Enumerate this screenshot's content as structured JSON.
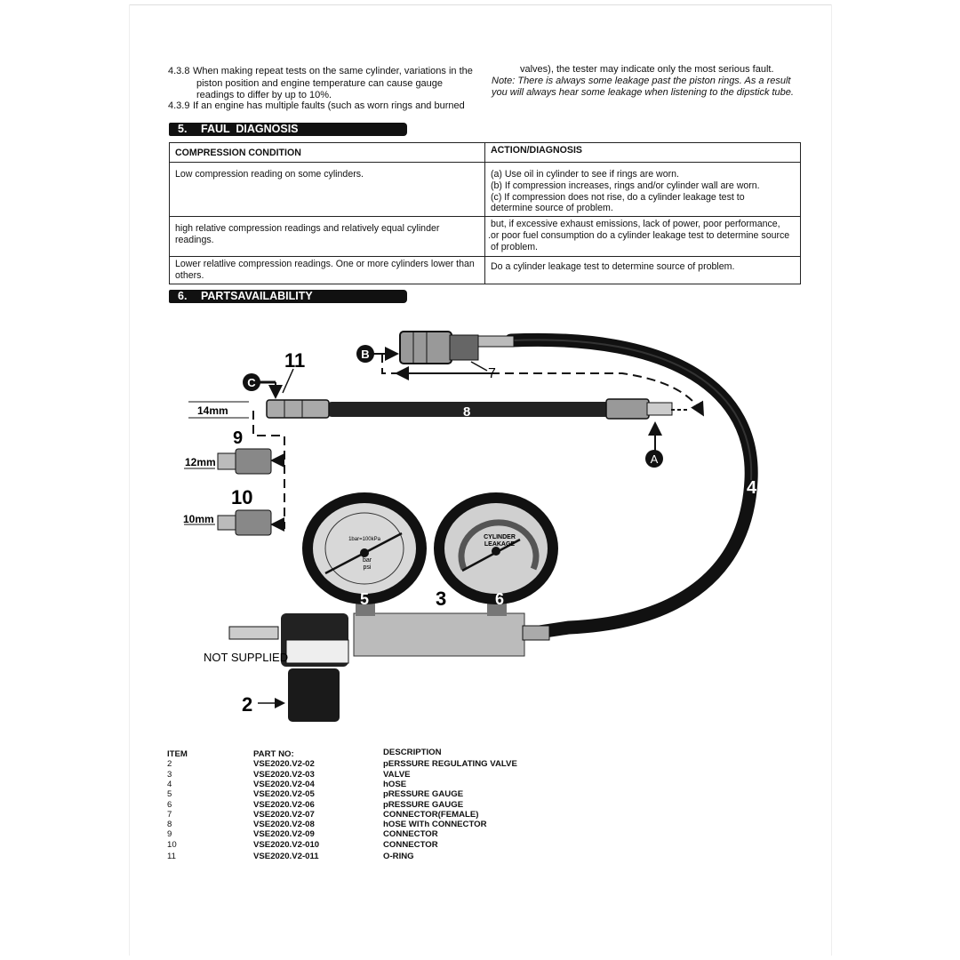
{
  "intro": {
    "p438_num": "4.3.8",
    "p438_line1": "When making repeat tests on the same cylinder, variations in the",
    "p438_line2": "piston position and engine temperature can cause gauge",
    "p438_line3": "readings to differ by up to 10%.",
    "p439_num": "4.3.9",
    "p439_line1": "If an engine has multiple faults (such as worn rings and burned",
    "p439_line2": "valves), the tester may indicate only the most serious fault.",
    "note_line1": "Note: There is always some leakage past the piston rings. As a result",
    "note_line2": "you will always hear some leakage when listening to the dipstick tube."
  },
  "section5": {
    "number": "5.",
    "title": "FAUL  DIAGNOSIS"
  },
  "table": {
    "headers": [
      "COMPRESSION CONDITION",
      "ACTION/DIAGNOSIS"
    ],
    "rows": [
      {
        "condition": "Low compression reading on some cylinders.",
        "action": [
          "(a) Use oil in cylinder to see if rings are worn.",
          "(b) If compression increases, rings and/or cylinder wall are worn.",
          "(c) If compression does not rise, do a cylinder leakage test to",
          "determine source of problem."
        ]
      },
      {
        "condition": [
          "high relative compression readings and relatively equal cylinder",
          "readings."
        ],
        "action": [
          "but, if excessive exhaust emissions, lack of power, poor performance,",
          ".or poor fuel consumption do a cylinder leakage test to determine source",
          "of problem."
        ]
      },
      {
        "condition": [
          "Lower relatlive compression readings. One or more cylinders lower than",
          "others."
        ],
        "action": [
          "Do a cylinder leakage test to determine source of problem."
        ]
      }
    ]
  },
  "section6": {
    "number": "6.",
    "title": "PARTSAVAILABILITY"
  },
  "diagram": {
    "label_11": "11",
    "label_b": "B",
    "label_c": "C",
    "label_7": "7",
    "label_8": "8",
    "label_14mm": "14mm",
    "label_9": "9",
    "label_12mm": "12mm",
    "label_10": "10",
    "label_10mm": "10mm",
    "label_a": "A",
    "label_4": "4",
    "label_5": "5",
    "label_3": "3",
    "label_6": "6",
    "label_2": "2",
    "not_supplied": "NOT SUPPLIED",
    "gauge5_unit_note": "1bar=100kPa",
    "gauge5_bar": "bar",
    "gauge5_psi": "psi",
    "gauge6_title1": "CYLINDER",
    "gauge6_title2": "LEAKAGE"
  },
  "parts": {
    "headers": {
      "item": "ITEM",
      "part_no": "PART NO:",
      "description": "DESCRIPTION"
    },
    "rows": [
      {
        "item": "2",
        "part_no": "VSE2020.V2-02",
        "description": "pERSSURE REGULATING VALVE"
      },
      {
        "item": "3",
        "part_no": "VSE2020.V2-03",
        "description": "VALVE"
      },
      {
        "item": "4",
        "part_no": "VSE2020.V2-04",
        "description": "hOSE"
      },
      {
        "item": "5",
        "part_no": "VSE2020.V2-05",
        "description": "pRESSURE GAUGE"
      },
      {
        "item": "6",
        "part_no": "VSE2020.V2-06",
        "description": "pRESSURE GAUGE"
      },
      {
        "item": "7",
        "part_no": "VSE2020.V2-07",
        "description": "CONNECTOR(FEMALE)"
      },
      {
        "item": "8",
        "part_no": "VSE2020.V2-08",
        "description": "hOSE WITh CONNECTOR"
      },
      {
        "item": "9",
        "part_no": "VSE2020.V2-09",
        "description": "CONNECTOR"
      },
      {
        "item": "10",
        "part_no": "VSE2020.V2-010",
        "description": "CONNECTOR"
      },
      {
        "item": "11",
        "part_no": "VSE2020.V2-011",
        "description": "O-RING"
      }
    ]
  }
}
